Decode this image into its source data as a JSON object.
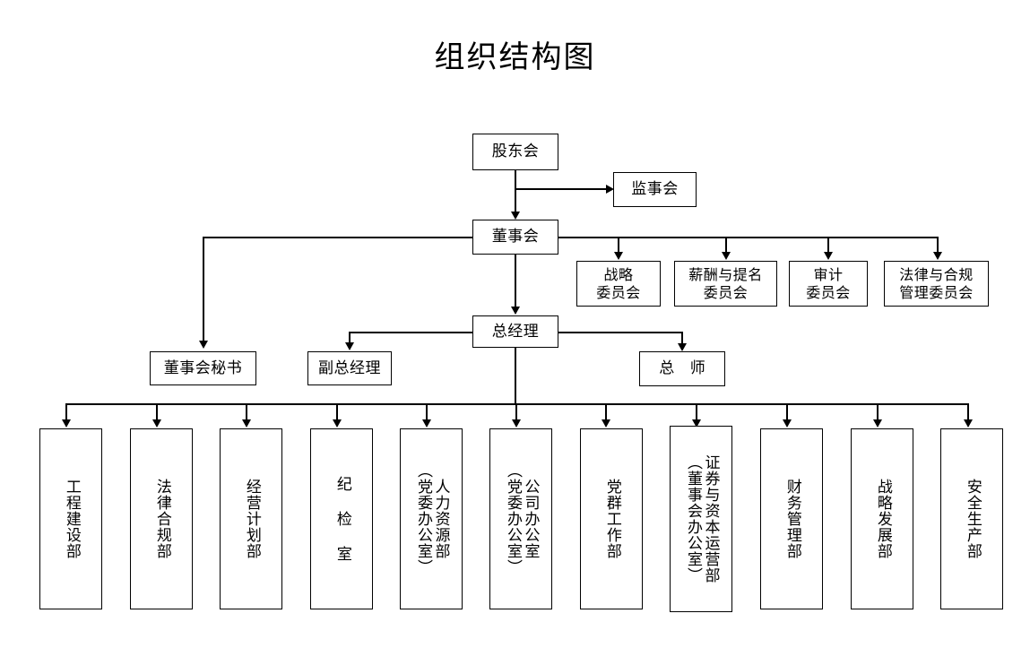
{
  "title": "组织结构图",
  "nodes": {
    "shareholders": "股东会",
    "supervisory_board": "监事会",
    "board_of_directors": "董事会",
    "board_secretary": "董事会秘书",
    "general_manager": "总经理",
    "deputy_general_manager": "副总经理",
    "chief_engineer": "总 师"
  },
  "committees": [
    "战略\n委员会",
    "薪酬与提名\n委员会",
    "审计\n委员会",
    "法律与合规\n管理委员会"
  ],
  "departments": [
    "工程建设部",
    "法律合规部",
    "经营计划部",
    "纪 检 室",
    "人力资源部\n（党委办公室）",
    "公司办公室\n（党委办公室）",
    "党群工作部",
    "证券与资本运营部\n（董事会办公室）",
    "财务管理部",
    "战略发展部",
    "安全生产部"
  ],
  "colors": {
    "stroke": "#000000",
    "background": "#ffffff",
    "text": "#000000"
  },
  "chart_data": {
    "type": "diagram",
    "title": "组织结构图",
    "diagram_kind": "organization-chart",
    "levels": [
      {
        "level": 1,
        "nodes": [
          "股东会"
        ]
      },
      {
        "level": 2,
        "nodes": [
          "监事会",
          "董事会"
        ]
      },
      {
        "level": 3,
        "nodes": [
          "战略委员会",
          "薪酬与提名委员会",
          "审计委员会",
          "法律与合规管理委员会"
        ]
      },
      {
        "level": 4,
        "nodes": [
          "董事会秘书",
          "总经理"
        ]
      },
      {
        "level": 5,
        "nodes": [
          "副总经理",
          "总 师"
        ]
      },
      {
        "level": 6,
        "nodes": [
          "工程建设部",
          "法律合规部",
          "经营计划部",
          "纪 检 室",
          "人力资源部（党委办公室）",
          "公司办公室（党委办公室）",
          "党群工作部",
          "证券与资本运营部（董事会办公室）",
          "财务管理部",
          "战略发展部",
          "安全生产部"
        ]
      }
    ],
    "edges": [
      {
        "from": "股东会",
        "to": "监事会"
      },
      {
        "from": "股东会",
        "to": "董事会"
      },
      {
        "from": "董事会",
        "to": "战略委员会"
      },
      {
        "from": "董事会",
        "to": "薪酬与提名委员会"
      },
      {
        "from": "董事会",
        "to": "审计委员会"
      },
      {
        "from": "董事会",
        "to": "法律与合规管理委员会"
      },
      {
        "from": "董事会",
        "to": "董事会秘书"
      },
      {
        "from": "董事会",
        "to": "总经理"
      },
      {
        "from": "总经理",
        "to": "副总经理"
      },
      {
        "from": "总经理",
        "to": "总 师"
      },
      {
        "from": "总经理",
        "to": "工程建设部"
      },
      {
        "from": "总经理",
        "to": "法律合规部"
      },
      {
        "from": "总经理",
        "to": "经营计划部"
      },
      {
        "from": "总经理",
        "to": "纪 检 室"
      },
      {
        "from": "总经理",
        "to": "人力资源部（党委办公室）"
      },
      {
        "from": "总经理",
        "to": "公司办公室（党委办公室）"
      },
      {
        "from": "总经理",
        "to": "党群工作部"
      },
      {
        "from": "总经理",
        "to": "证券与资本运营部（董事会办公室）"
      },
      {
        "from": "总经理",
        "to": "财务管理部"
      },
      {
        "from": "总经理",
        "to": "战略发展部"
      },
      {
        "from": "总经理",
        "to": "安全生产部"
      }
    ]
  }
}
